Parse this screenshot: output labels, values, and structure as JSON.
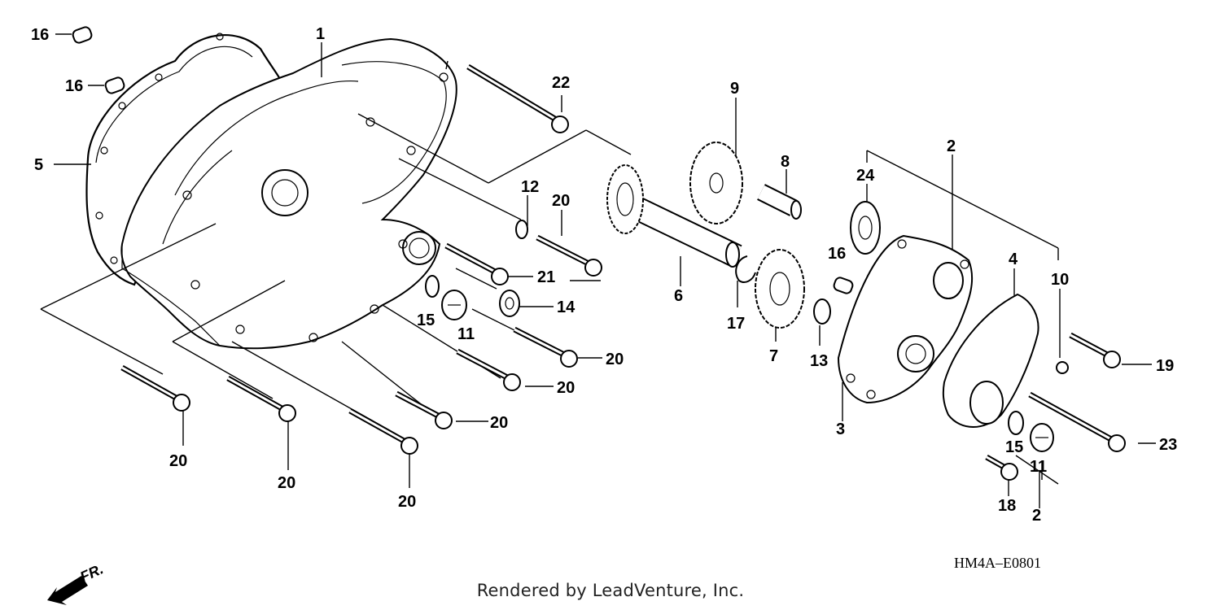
{
  "diagram": {
    "callouts": [
      "1",
      "2",
      "3",
      "4",
      "5",
      "6",
      "7",
      "8",
      "9",
      "10",
      "11",
      "12",
      "13",
      "14",
      "15",
      "16",
      "17",
      "18",
      "19",
      "20",
      "21",
      "22",
      "23",
      "24"
    ],
    "direction_label": "FR.",
    "code": "HM4A–E0801",
    "credit": "Rendered by LeadVenture, Inc."
  }
}
